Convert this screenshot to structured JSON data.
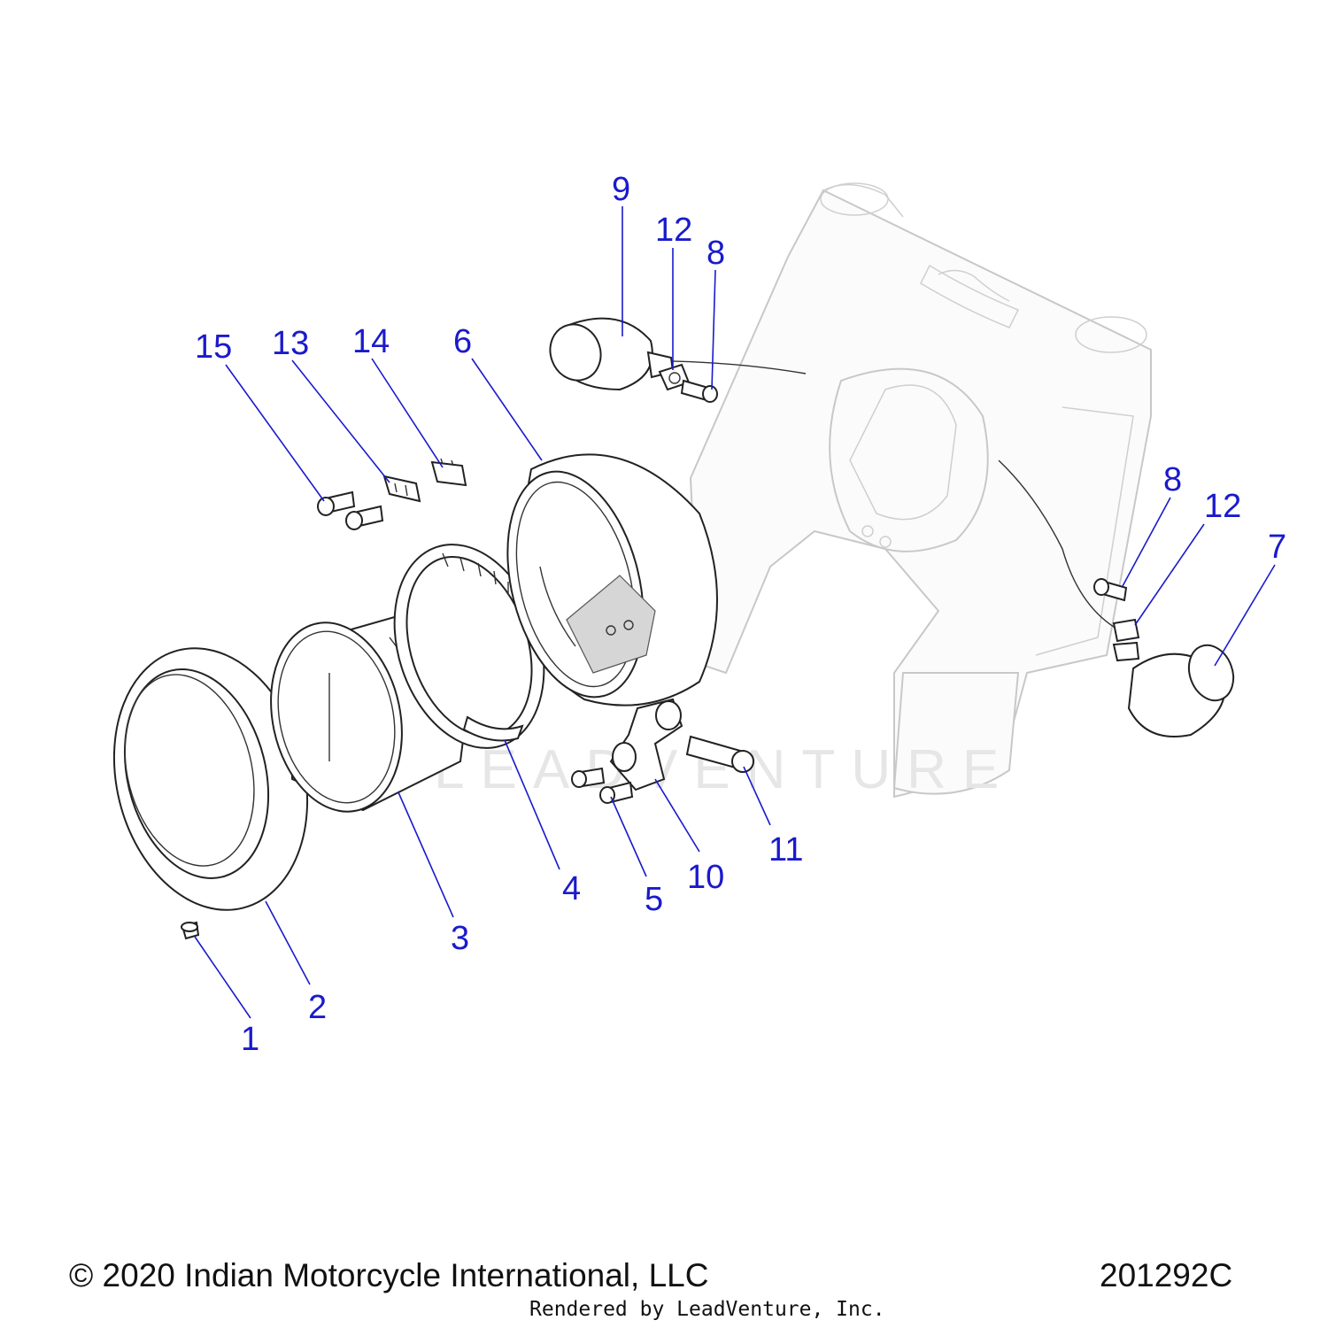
{
  "watermark": "LEADVENTURE",
  "callouts": [
    {
      "id": "1",
      "label": "1"
    },
    {
      "id": "2",
      "label": "2"
    },
    {
      "id": "3",
      "label": "3"
    },
    {
      "id": "4",
      "label": "4"
    },
    {
      "id": "5",
      "label": "5"
    },
    {
      "id": "6",
      "label": "6"
    },
    {
      "id": "7",
      "label": "7"
    },
    {
      "id": "8a",
      "label": "8"
    },
    {
      "id": "8b",
      "label": "8"
    },
    {
      "id": "9",
      "label": "9"
    },
    {
      "id": "10",
      "label": "10"
    },
    {
      "id": "11",
      "label": "11"
    },
    {
      "id": "12a",
      "label": "12"
    },
    {
      "id": "12b",
      "label": "12"
    },
    {
      "id": "13",
      "label": "13"
    },
    {
      "id": "14",
      "label": "14"
    },
    {
      "id": "15",
      "label": "15"
    }
  ],
  "footer": {
    "copyright": "© 2020 Indian Motorcycle International, LLC",
    "diagram_number": "201292C",
    "rendered_by": "Rendered by LeadVenture, Inc."
  },
  "colors": {
    "callout": "#1a1acc",
    "line": "#222222",
    "ghost": "#c8c8c8"
  }
}
